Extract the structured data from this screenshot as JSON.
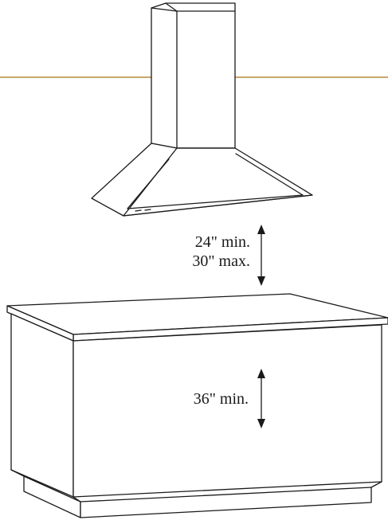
{
  "hood_clearance": {
    "min_label": "24\" min.",
    "max_label": "30\" max."
  },
  "counter_height": {
    "min_label": "36\" min."
  },
  "colors": {
    "ceiling_line": "#c9a66b",
    "stroke": "#1a1a1a"
  }
}
